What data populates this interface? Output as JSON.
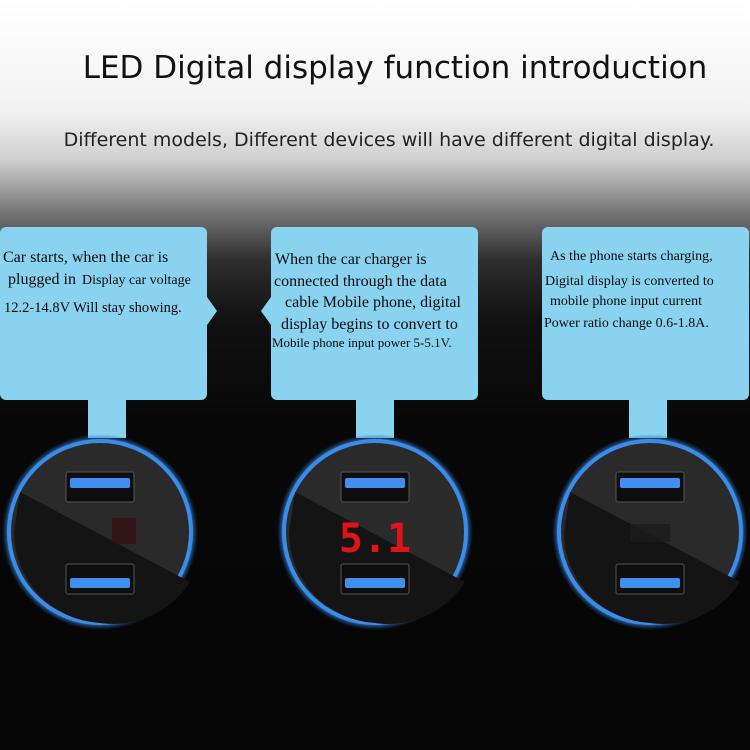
{
  "header": {
    "title": "LED Digital display function introduction",
    "subtitle": "Different models, Different devices will have different digital display."
  },
  "cards": [
    {
      "lines": [
        "Car starts, when the car is",
        "plugged in",
        "Display car voltage",
        "12.2-14.8V Will stay showing."
      ]
    },
    {
      "lines": [
        "When  the car  charger  is",
        "connected through the data",
        "cable Mobile phone, digital",
        "display begins to convert to",
        "Mobile phone input power 5-5.1V."
      ]
    },
    {
      "lines": [
        "As the phone starts charging,",
        "Digital display is converted to",
        "mobile phone input current",
        "Power ratio change 0.6-1.8A."
      ]
    }
  ],
  "chargers": [
    {
      "display_value": ""
    },
    {
      "display_value": "5.1"
    },
    {
      "display_value": ""
    }
  ],
  "colors": {
    "card": "#89d3f0",
    "ring": "#2f7fd8",
    "usb": "#3f8ff0",
    "led": "#e0131a"
  }
}
